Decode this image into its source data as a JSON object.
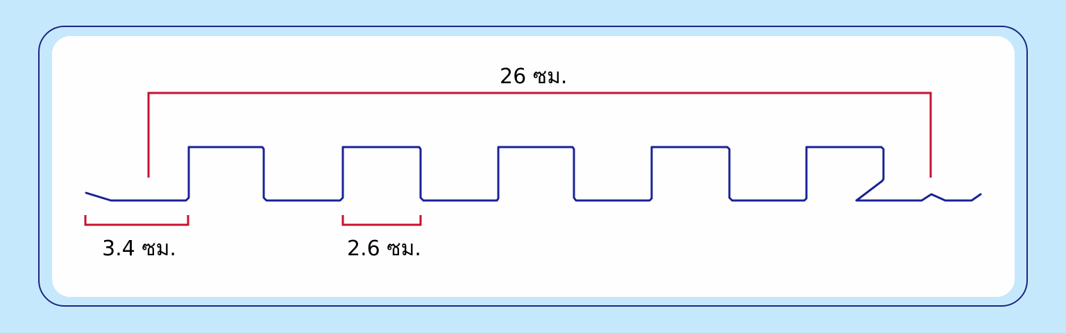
{
  "labels": {
    "total_width": "26 ซม.",
    "rib_pitch": "3.4 ซม.",
    "rib_top": "2.6 ซม."
  },
  "colors": {
    "background": "#c6e8fd",
    "panel": "#fefefe",
    "border": "#1a2580",
    "profile": "#1a2196",
    "dimension": "#c8102e",
    "text": "#000000"
  }
}
